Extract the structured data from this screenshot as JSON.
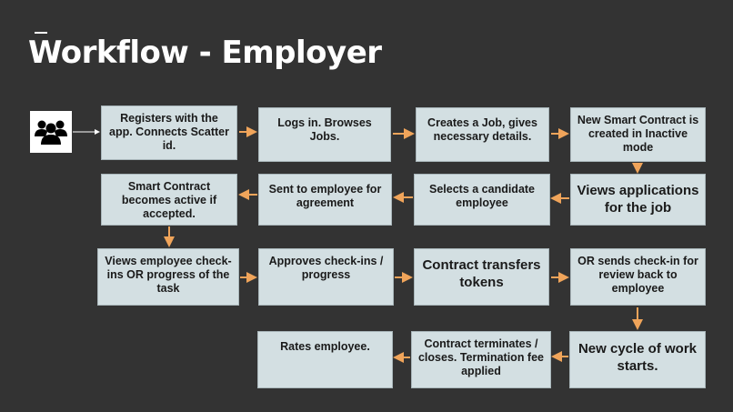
{
  "title": "Workflow - Employer",
  "actor": {
    "icon": "users-group-icon"
  },
  "colors": {
    "background": "#333333",
    "box_fill": "#d3dfe2",
    "arrow": "#f0a45a",
    "title": "#ffffff"
  },
  "steps": [
    {
      "id": 1,
      "text": "Registers with the app. Connects Scatter id."
    },
    {
      "id": 2,
      "text": "Logs in.  Browses Jobs."
    },
    {
      "id": 3,
      "text": "Creates a Job, gives necessary details."
    },
    {
      "id": 4,
      "text": "New Smart Contract is created in Inactive mode"
    },
    {
      "id": 5,
      "text": "Views applications for the job"
    },
    {
      "id": 6,
      "text": "Selects a candidate employee"
    },
    {
      "id": 7,
      "text": "Sent to employee for agreement"
    },
    {
      "id": 8,
      "text": "Smart Contract becomes active if accepted."
    },
    {
      "id": 9,
      "text": "Views employee check-ins OR progress of the task"
    },
    {
      "id": 10,
      "text": "Approves check-ins / progress"
    },
    {
      "id": 11,
      "text": "Contract transfers tokens"
    },
    {
      "id": 12,
      "text": "OR sends check-in for review back to employee"
    },
    {
      "id": 13,
      "text": "New cycle of work starts."
    },
    {
      "id": 14,
      "text": "Contract terminates / closes. Termination fee applied"
    },
    {
      "id": 15,
      "text": "Rates employee."
    }
  ]
}
